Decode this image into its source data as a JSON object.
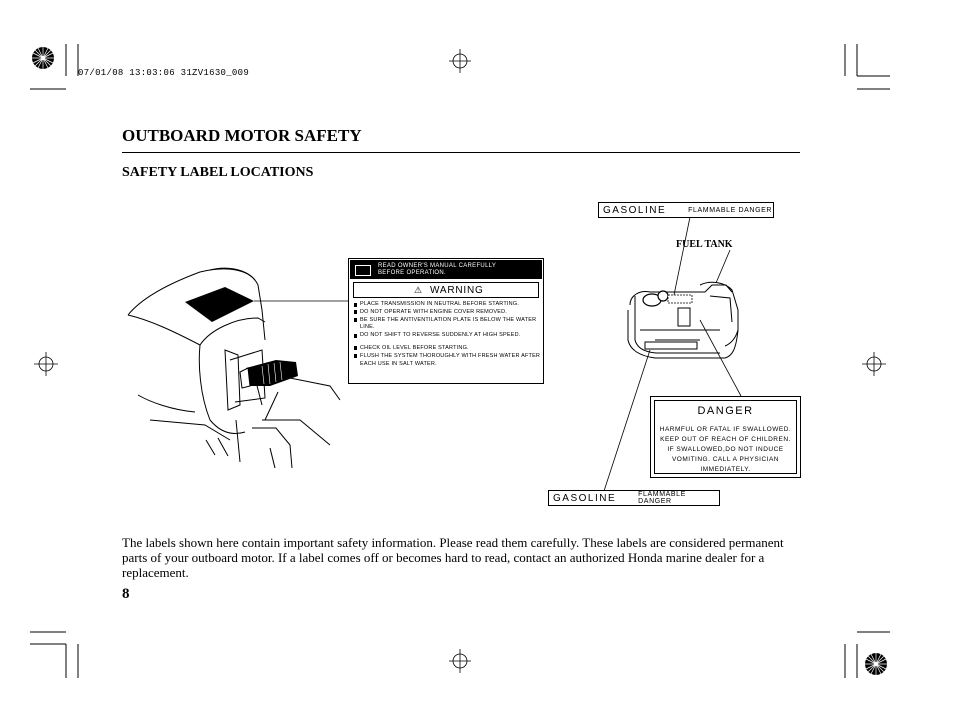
{
  "header": {
    "print_stamp": "07/01/08 13:03:06 31ZV1630_009"
  },
  "page": {
    "section_title": "OUTBOARD MOTOR SAFETY",
    "subsection_title": "SAFETY LABEL LOCATIONS",
    "body_text": "The labels shown here contain important safety information. Please read them carefully. These labels are considered permanent parts of your outboard motor. If a label comes off or becomes hard to read, contact an authorized Honda marine dealer for a replacement.",
    "page_number": "8"
  },
  "figure": {
    "fuel_tank_label": "FUEL TANK",
    "gasoline_label_top": {
      "word": "GASOLINE",
      "sub": "FLAMMABLE DANGER"
    },
    "gasoline_label_bottom": {
      "word": "GASOLINE",
      "sub": "FLAMMABLE DANGER"
    },
    "warning_label": {
      "header_line1": "READ OWNER'S MANUAL CAREFULLY",
      "header_line2": "BEFORE OPERATION.",
      "title": "WARNING",
      "items": [
        "PLACE TRANSMISSION IN NEUTRAL BEFORE STARTING.",
        "DO NOT OPERATE WITH ENGINE COVER REMOVED.",
        "BE SURE THE ANTIVENTILATION PLATE IS BELOW THE WATER LINE.",
        "DO NOT SHIFT TO REVERSE SUDDENLY AT HIGH SPEED."
      ],
      "items2": [
        "CHECK OIL LEVEL BEFORE STARTING.",
        "FLUSH THE SYSTEM THOROUGHLY WITH FRESH WATER AFTER EACH USE IN SALT WATER."
      ]
    },
    "danger_label": {
      "title": "DANGER",
      "line1": "HARMFUL OR FATAL IF SWALLOWED.",
      "line2": "KEEP OUT OF REACH OF CHILDREN.",
      "line3": "IF SWALLOWED,DO NOT INDUCE",
      "line4": "VOMITING. CALL A PHYSICIAN",
      "line5": "IMMEDIATELY."
    }
  }
}
